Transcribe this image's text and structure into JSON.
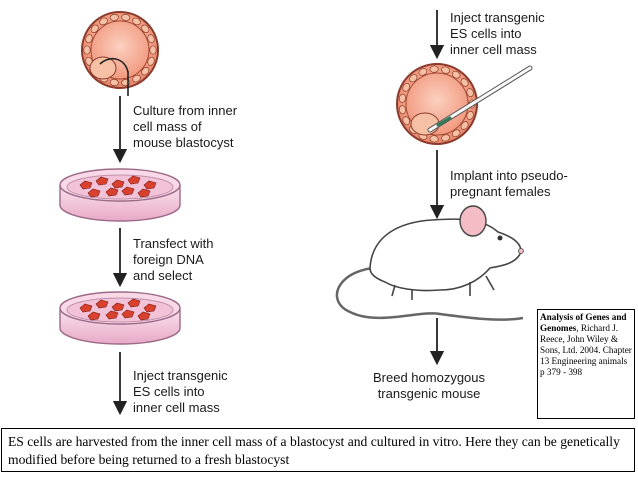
{
  "steps": {
    "culture": "Culture from inner\ncell mass of\nmouse blastocyst",
    "transfect": "Transfect with\nforeign DNA\nand select",
    "inject_left": "Inject transgenic\nES cells into\ninner cell mass",
    "inject_right": "Inject transgenic\nES cells into\ninner cell mass",
    "implant": "Implant into pseudo-\npregnant females",
    "breed": "Breed homozygous\ntransgenic mouse"
  },
  "citation": {
    "title": "Analysis of Genes and Genomes",
    "details": ", Richard J. Reece, John Wiley & Sons, Ltd. 2004. Chapter 13 Engineering animals p 379 - 398"
  },
  "caption": "ES cells are harvested from the inner cell mass of a blastocyst and cultured in vitro. Here they can be genetically modified before being returned to a fresh blastocyst",
  "colors": {
    "blastocyst_fill": "#f08a70",
    "cell_fill": "#f6c0a4",
    "dish_fill": "#f4c8dc",
    "dish_rim": "#b0799a",
    "es_cell": "#d9412e",
    "mouse_ear": "#f4bcc4",
    "arrow": "#222222"
  }
}
